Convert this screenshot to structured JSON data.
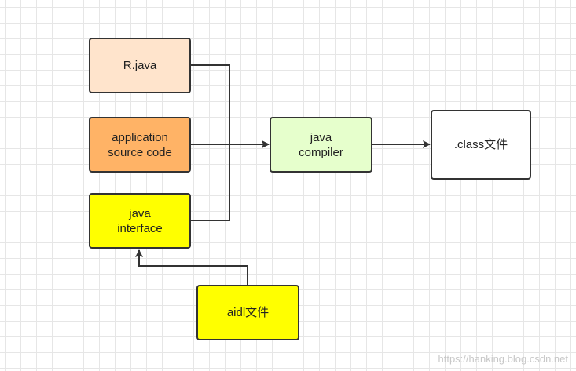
{
  "nodes": {
    "r_java": {
      "label": "R.java",
      "fill": "#ffe4cc"
    },
    "app_source": {
      "line1": "application",
      "line2": "source code",
      "fill": "#ffb366"
    },
    "java_interface": {
      "line1": "java",
      "line2": "interface",
      "fill": "#ffff00"
    },
    "aidl": {
      "label": "aidl文件",
      "fill": "#ffff00"
    },
    "compiler": {
      "line1": "java",
      "line2": "compiler",
      "fill": "#e6ffcc"
    },
    "class_file": {
      "label": ".class文件",
      "fill": "#ffffff"
    }
  },
  "colors": {
    "stroke": "#333333",
    "grid": "#e6e6e6"
  },
  "watermark": "https://hanking.blog.csdn.net"
}
